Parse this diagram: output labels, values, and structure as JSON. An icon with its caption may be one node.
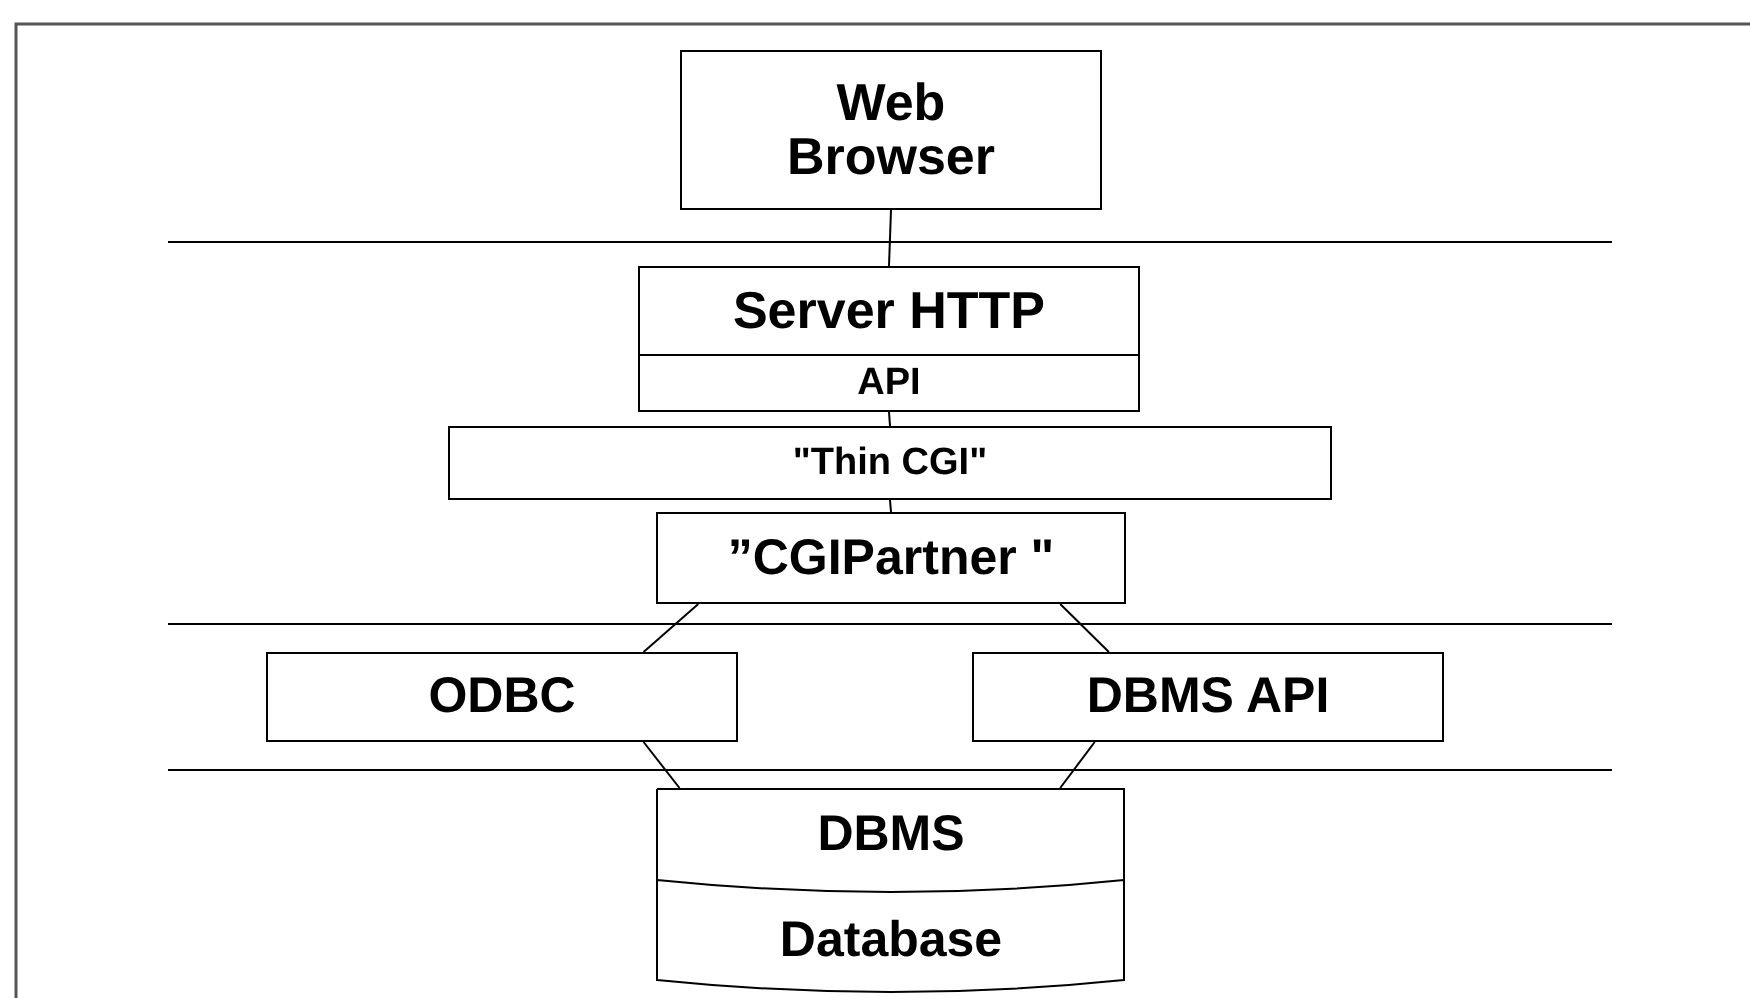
{
  "diagram": {
    "nodes": [
      {
        "text": [
          "Web Browser"
        ]
      },
      {
        "text": [
          "Server HTTP"
        ]
      },
      {
        "text": [
          "API"
        ]
      },
      {
        "text": [
          "\"Thin CGI\""
        ]
      },
      {
        "text": [
          "”CGIPartner \""
        ]
      },
      {
        "text": [
          "ODBC"
        ]
      },
      {
        "text": [
          "DBMS API"
        ]
      },
      {
        "text": [
          "DBMS"
        ]
      },
      {
        "text": [
          "Database"
        ]
      }
    ],
    "edges": [
      {
        "from": 0,
        "to": 1,
        "arrow": "none"
      },
      {
        "from": 2,
        "to": 3,
        "arrow": "none"
      },
      {
        "from": 3,
        "to": 4,
        "arrow": "none"
      },
      {
        "from": 4,
        "to": 5,
        "arrow": "none"
      },
      {
        "from": 4,
        "to": 6,
        "arrow": "none"
      },
      {
        "from": 5,
        "to": 7,
        "arrow": "none"
      },
      {
        "from": 6,
        "to": 7,
        "arrow": "none"
      }
    ]
  }
}
